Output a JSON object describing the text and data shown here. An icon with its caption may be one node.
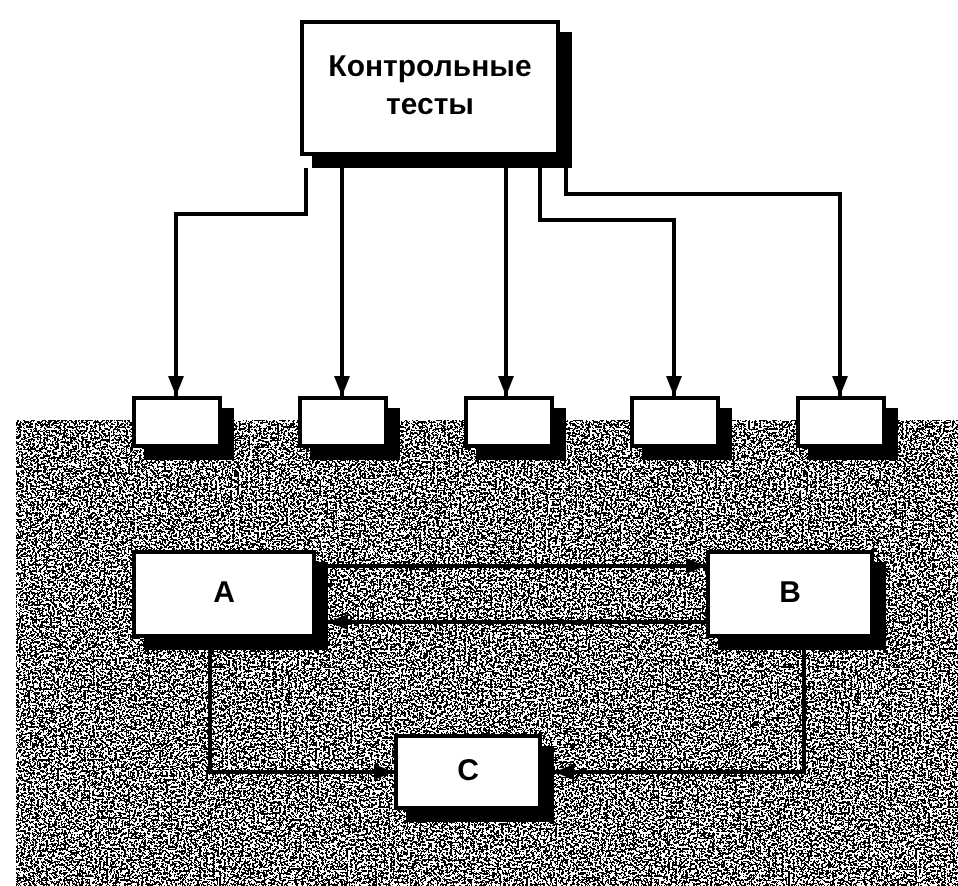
{
  "diagram": {
    "nodes": [
      {
        "text": [
          "Контрольные тесты"
        ]
      },
      {
        "text": [],
        "shape": "box"
      },
      {
        "text": [],
        "shape": "box"
      },
      {
        "text": [],
        "shape": "box"
      },
      {
        "text": [],
        "shape": "box"
      },
      {
        "text": [],
        "shape": "box"
      },
      {
        "text": [
          "A"
        ]
      },
      {
        "text": [
          "B"
        ]
      },
      {
        "text": [
          "C"
        ]
      }
    ],
    "edges": [
      {
        "from": 0,
        "to": 1,
        "arrow": "to"
      },
      {
        "from": 0,
        "to": 2,
        "arrow": "to"
      },
      {
        "from": 0,
        "to": 3,
        "arrow": "to"
      },
      {
        "from": 0,
        "to": 4,
        "arrow": "to"
      },
      {
        "from": 0,
        "to": 5,
        "arrow": "to"
      },
      {
        "from": 6,
        "to": 7,
        "arrow": "to"
      },
      {
        "from": 7,
        "to": 6,
        "arrow": "to"
      },
      {
        "from": 6,
        "to": 8,
        "arrow": "to"
      },
      {
        "from": 7,
        "to": 8,
        "arrow": "to"
      }
    ]
  }
}
